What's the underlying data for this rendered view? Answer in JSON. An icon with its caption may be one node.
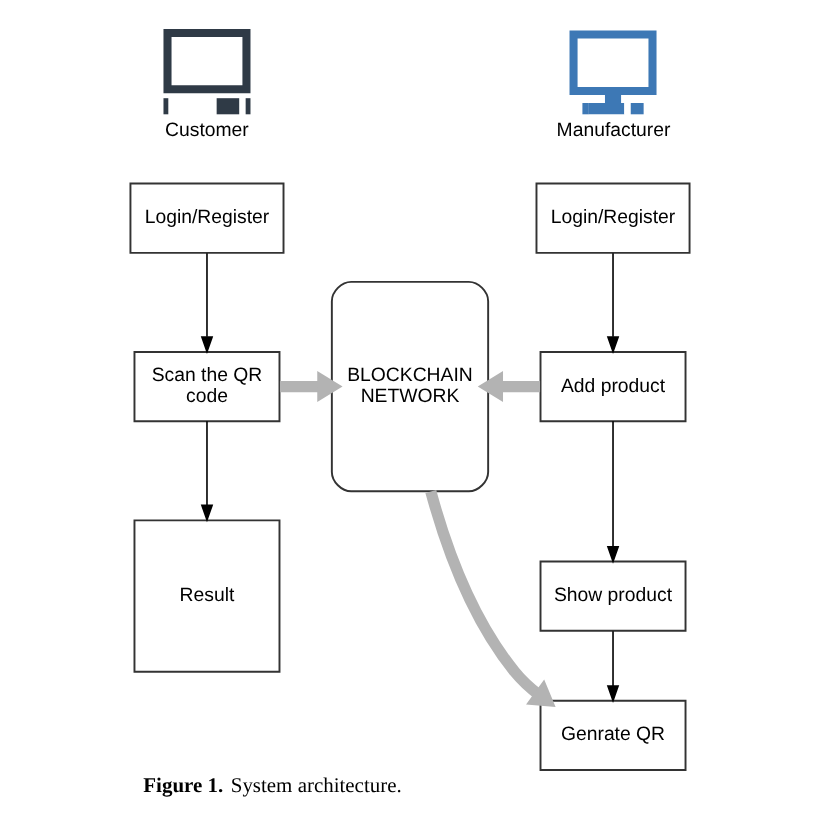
{
  "diagram": {
    "caption": "**Figure 1.** System architecture.",
    "nodes": [
      {
        "text": [],
        "shape": "picture",
        "beside": [
          "Customer"
        ]
      },
      {
        "text": [],
        "shape": "picture",
        "beside": [
          "Manufacturer"
        ]
      },
      {
        "text": [
          "Login/Register"
        ]
      },
      {
        "text": [
          "Scan the QR code"
        ]
      },
      {
        "text": [
          "Result"
        ]
      },
      {
        "text": [
          "BLOCKCHAIN NETWORK"
        ]
      },
      {
        "text": [
          "Login/Register"
        ]
      },
      {
        "text": [
          "Add product"
        ]
      },
      {
        "text": [
          "Show product"
        ]
      },
      {
        "text": [
          "Genrate QR"
        ]
      }
    ],
    "edges": [
      {
        "from": 2,
        "to": 3,
        "arrow": "to"
      },
      {
        "from": 3,
        "to": 4,
        "arrow": "to"
      },
      {
        "from": 3,
        "to": 5,
        "arrow": "to",
        "style": "thick",
        "color": "#b3b3b3"
      },
      {
        "from": 6,
        "to": 7,
        "arrow": "to"
      },
      {
        "from": 7,
        "to": 5,
        "arrow": "to",
        "style": "thick",
        "color": "#b3b3b3"
      },
      {
        "from": 7,
        "to": 8,
        "arrow": "to"
      },
      {
        "from": 8,
        "to": 9,
        "arrow": "to"
      },
      {
        "from": 5,
        "to": 9,
        "arrow": "to",
        "style": "thick",
        "color": "#b3b3b3"
      }
    ]
  }
}
